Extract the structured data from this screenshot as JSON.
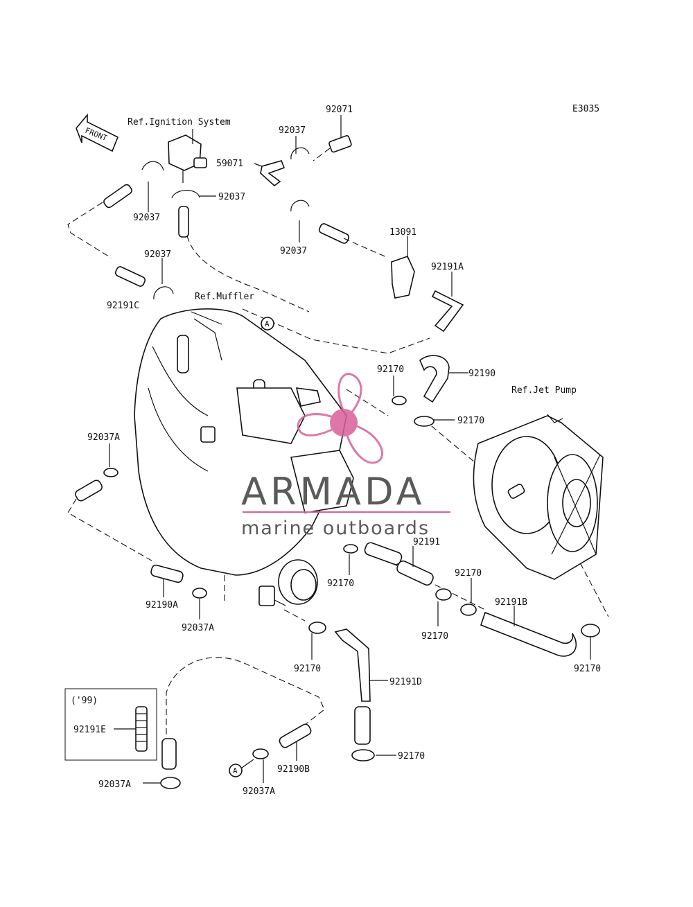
{
  "diagram_code": "E3035",
  "front_label": "FRONT",
  "references": {
    "ignition": "Ref.Ignition System",
    "muffler": "Ref.Muffler",
    "jet_pump": "Ref.Jet Pump"
  },
  "callout_letter": "A",
  "inset_year": "('99)",
  "parts": {
    "p92071": "92071",
    "p92037_top_right": "92037",
    "p59071": "59071",
    "p92037_mid": "92037",
    "p92037_left": "92037",
    "p92037_lower_right": "92037",
    "p13091": "13091",
    "p92191A": "92191A",
    "p92037_muffler": "92037",
    "p92191C": "92191C",
    "p92170_a": "92170",
    "p92190": "92190",
    "p92170_b": "92170",
    "p92037A_left": "92037A",
    "p92191": "92191",
    "p92170_c": "92170",
    "p92170_d": "92170",
    "p92191B": "92191B",
    "p92170_e": "92170",
    "p92190A": "92190A",
    "p92037A_mid": "92037A",
    "p92170_f": "92170",
    "p92191D": "92191D",
    "p92191E": "92191E",
    "p92170_g": "92170",
    "p92190B": "92190B",
    "p92037A_bottom_left": "92037A",
    "p92037A_bottom_mid": "92037A"
  },
  "watermark": {
    "brand": "ARMADA",
    "tagline": "marine outboards",
    "color_pink": "#d9609a",
    "color_grey": "#5a5a5a"
  }
}
